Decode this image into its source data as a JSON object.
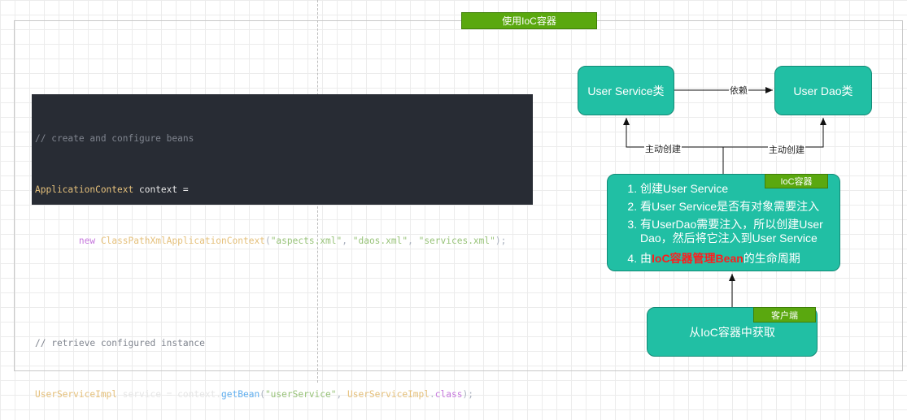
{
  "title_tag": "使用IoC容器",
  "code": {
    "line1": "// create and configure beans",
    "line2_type": "ApplicationContext",
    "line2_rest": " context =",
    "line3_kw": "new",
    "line3_cls": "ClassPathXmlApplicationContext",
    "line3_open": "(",
    "line3_s1": "\"aspects.xml\"",
    "line3_sep1": ", ",
    "line3_s2": "\"daos.xml\"",
    "line3_sep2": ", ",
    "line3_s3": "\"services.xml\"",
    "line3_close": ");",
    "line5": "// retrieve configured instance",
    "line6_type": "UserServiceImpl",
    "line6_mid": " service = context.",
    "line6_fn": "getBean",
    "line6_open": "(",
    "line6_str": "\"userService\"",
    "line6_sep": ", ",
    "line6_cls": "UserServiceImpl",
    "line6_dot": ".",
    "line6_kw": "class",
    "line6_close": ");"
  },
  "nodes": {
    "user_service": "User Service类",
    "user_dao": "User Dao类",
    "client_text": "从IoC容器中获取"
  },
  "ioc": {
    "tag": "IoC容器",
    "steps": [
      "创建User Service",
      "看User Service是否有对象需要注入",
      "有UserDao需要注入，所以创建User Dao，然后将它注入到User Service"
    ],
    "step4_prefix": "由",
    "step4_highlight": "IoC容器管理Bean",
    "step4_suffix": "的生命周期"
  },
  "client_tag": "客户端",
  "edges": {
    "depends": "依赖",
    "create_left": "主动创建",
    "create_right": "主动创建"
  },
  "colors": {
    "node_fill": "#21bfa4",
    "tag_fill": "#5aa80f",
    "code_bg": "#282c34",
    "highlight": "#ff1c1c"
  }
}
